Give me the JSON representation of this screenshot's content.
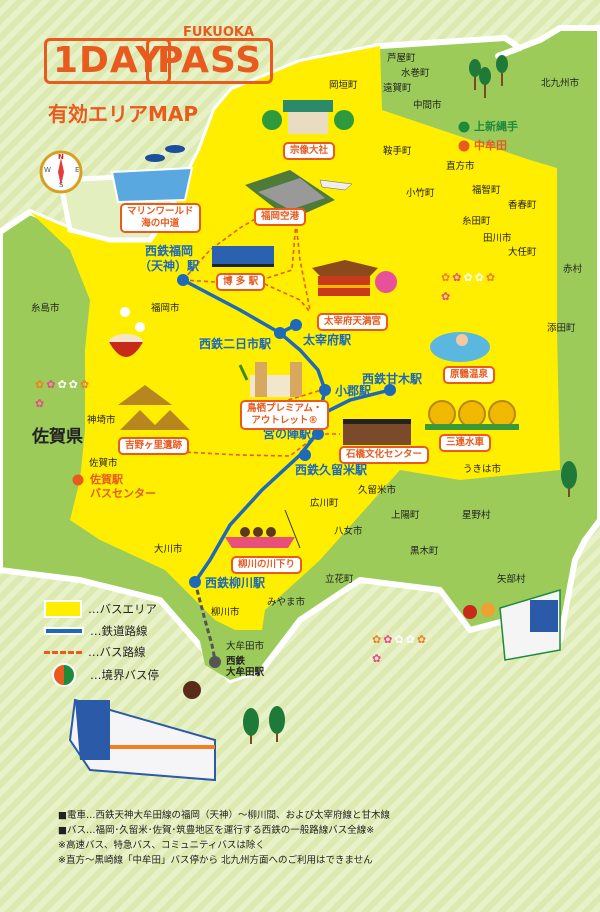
{
  "header": {
    "city": "FUKUOKA",
    "title_left": "1DAY",
    "title_right": "PASS",
    "subtitle": "有効エリアMAP"
  },
  "compass": {
    "n": "N",
    "s": "S",
    "e": "E",
    "w": "W"
  },
  "colors": {
    "bus_area": "#ffee00",
    "outside_area": "#9ccb5a",
    "background": "#e4efbf",
    "rail_line": "#1d6ab8",
    "bus_route": "#e85a1e",
    "accent": "#e85a1e",
    "green_stop": "#1e8a3c",
    "rail_extension": "#555555"
  },
  "towns": {
    "okagaki": "岡垣町",
    "ashiya": "芦屋町",
    "mizumaki": "水巻町",
    "onga": "遠賀町",
    "nakama": "中間市",
    "kitakyushu": "北九州市",
    "kurate": "鞍手町",
    "nogata": "直方市",
    "kotake": "小竹町",
    "fukuchi": "福智町",
    "kawara": "香春町",
    "itoda": "糸田町",
    "tagawa": "田川市",
    "oto": "大任町",
    "akamura": "赤村",
    "soeda": "添田町",
    "itoshima": "糸島市",
    "fukuoka": "福岡市",
    "kanzaki": "神埼市",
    "saga_city": "佐賀市",
    "ukiha": "うきは市",
    "kurume": "久留米市",
    "hirokawa": "広川町",
    "yame": "八女市",
    "kamitsuyoshi": "上陽町",
    "hoshino": "星野村",
    "kurogi": "黒木町",
    "tachibana": "立花町",
    "yabe": "矢部村",
    "miyama": "みやま市",
    "okawa": "大川市",
    "yanagawa": "柳川市",
    "omuta": "大牟田市"
  },
  "prefecture": "佐賀県",
  "border_bus_stops": [
    {
      "name": "上新縄手",
      "color": "#1e8a3c"
    },
    {
      "name": "中牟田",
      "color": "#e85a1e"
    },
    {
      "name": "佐賀駅\nバスセンター",
      "line1": "佐賀駅",
      "line2": "バスセンター",
      "color": "#e85a1e"
    }
  ],
  "stations": {
    "tenjin_1": "西鉄福岡",
    "tenjin_2": "（天神）駅",
    "futsukaichi": "西鉄二日市駅",
    "dazaifu": "太宰府駅",
    "ogori": "小郡駅",
    "amagi": "西鉄甘木駅",
    "miyanojin": "宮の陣駅",
    "kurume": "西鉄久留米駅",
    "yanagawa": "西鉄柳川駅",
    "omuta_1": "西鉄",
    "omuta_2": "大牟田駅"
  },
  "spots": {
    "munakata": "宗像大社",
    "marine_1": "マリンワールド",
    "marine_2": "海の中道",
    "airport": "福岡空港",
    "hakata": "博 多 駅",
    "tenmangu": "太宰府天満宮",
    "outlet_1": "鳥栖プレミアム・",
    "outlet_2": "アウトレット®",
    "yoshinogari": "吉野ヶ里遺跡",
    "ishibashi": "石橋文化センター",
    "harazuru": "原鶴温泉",
    "mitsuren": "三連水車",
    "kawakudari": "柳川の川下り"
  },
  "legend": [
    {
      "symbol": "yellow-box",
      "label": "…バスエリア"
    },
    {
      "symbol": "blue-line",
      "label": "…鉄道路線"
    },
    {
      "symbol": "red-dash",
      "label": "…バス路線"
    },
    {
      "symbol": "half-circle",
      "label": "…境界バス停"
    }
  ],
  "notes": [
    "■電車…西鉄天神大牟田線の福岡（天神）～柳川間、および太宰府線と甘木線",
    "■バス…福岡･久留米･佐賀･筑豊地区を運行する西鉄の一般路線バス全線※",
    "※高速バス、特急バス、コミュニティバスは除く",
    "※直方～黒崎線「中牟田」バス停から 北九州方面へのご利用はできません"
  ]
}
